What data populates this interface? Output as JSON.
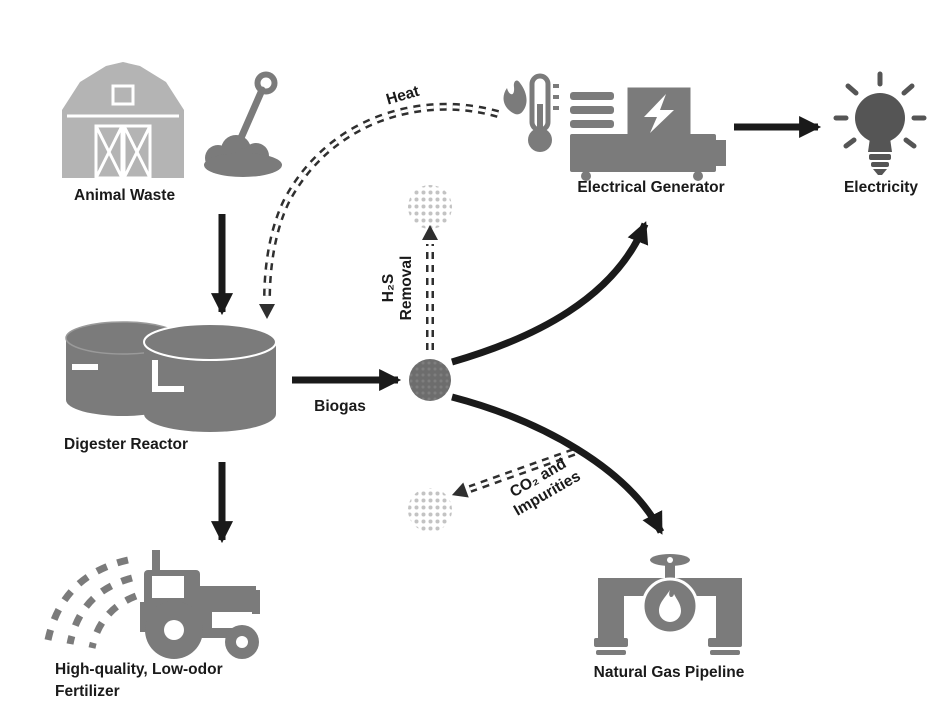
{
  "diagram": {
    "title": "Animal waste to energy process flow",
    "labels": {
      "animal_waste": "Animal Waste",
      "digester": "Digester Reactor",
      "biogas": "Biogas",
      "heat": "Heat",
      "h2s_line1": "H₂S",
      "h2s_line2": "Removal",
      "generator": "Electrical Generator",
      "electricity": "Electricity",
      "co2_line1": "CO₂ and",
      "co2_line2": "Impurities",
      "fertilizer_line1": "High-quality, Low-odor",
      "fertilizer_line2": "Fertilizer",
      "pipeline": "Natural Gas Pipeline"
    }
  },
  "colors": {
    "icon_gray": "#7b7b7b",
    "icon_light_gray": "#b4b4b4",
    "arrow_black": "#1a1a1a",
    "dashed_gray": "#2f2f2f",
    "node_dark": "#6d6d6d",
    "node_light_dot": "#c3c3c3",
    "bulb_dark": "#555555",
    "background": "#ffffff"
  }
}
